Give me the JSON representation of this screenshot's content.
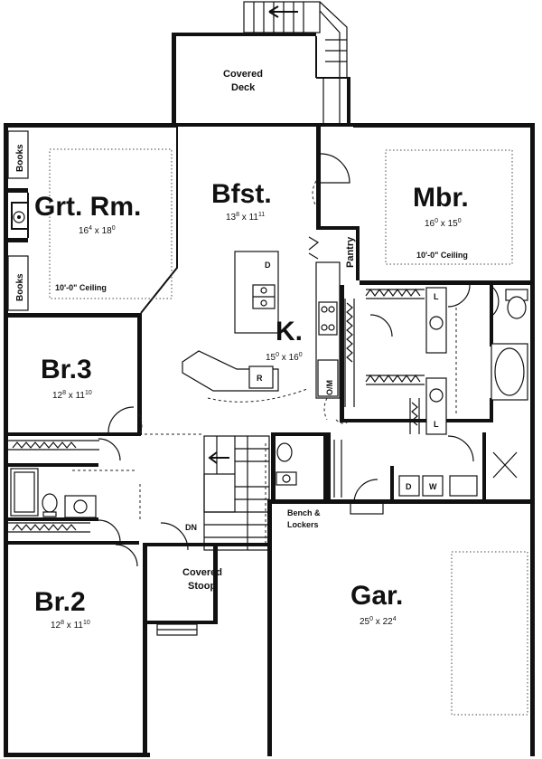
{
  "rooms": {
    "great_room": {
      "name": "Grt. Rm.",
      "dim_a": "16",
      "dim_a_sup": "4",
      "dim_b": "18",
      "dim_b_sup": "0",
      "ceiling": "10'-0\" Ceiling"
    },
    "breakfast": {
      "name": "Bfst.",
      "dim_a": "13",
      "dim_a_sup": "8",
      "dim_b": "11",
      "dim_b_sup": "11"
    },
    "master": {
      "name": "Mbr.",
      "dim_a": "16",
      "dim_a_sup": "0",
      "dim_b": "15",
      "dim_b_sup": "0",
      "ceiling": "10'-0\" Ceiling"
    },
    "kitchen": {
      "name": "K.",
      "dim_a": "15",
      "dim_a_sup": "0",
      "dim_b": "16",
      "dim_b_sup": "0"
    },
    "bedroom3": {
      "name": "Br.3",
      "dim_a": "12",
      "dim_a_sup": "8",
      "dim_b": "11",
      "dim_b_sup": "10"
    },
    "bedroom2": {
      "name": "Br.2",
      "dim_a": "12",
      "dim_a_sup": "8",
      "dim_b": "11",
      "dim_b_sup": "10"
    },
    "garage": {
      "name": "Gar.",
      "dim_a": "25",
      "dim_a_sup": "0",
      "dim_b": "22",
      "dim_b_sup": "4"
    }
  },
  "labels": {
    "covered_deck_line1": "Covered",
    "covered_deck_line2": "Deck",
    "covered_stoop_line1": "Covered",
    "covered_stoop_line2": "Stoop",
    "pantry": "Pantry",
    "books_top": "Books",
    "books_bottom": "Books",
    "bench_line1": "Bench &",
    "bench_line2": "Lockers",
    "stairs_down": "DN",
    "oven_microwave": "O/M",
    "dishwasher": "D",
    "refrigerator": "R",
    "linen_1": "L",
    "linen_2": "L",
    "dryer": "D",
    "washer": "W"
  },
  "colors": {
    "ink": "#111111",
    "paper": "#ffffff"
  }
}
